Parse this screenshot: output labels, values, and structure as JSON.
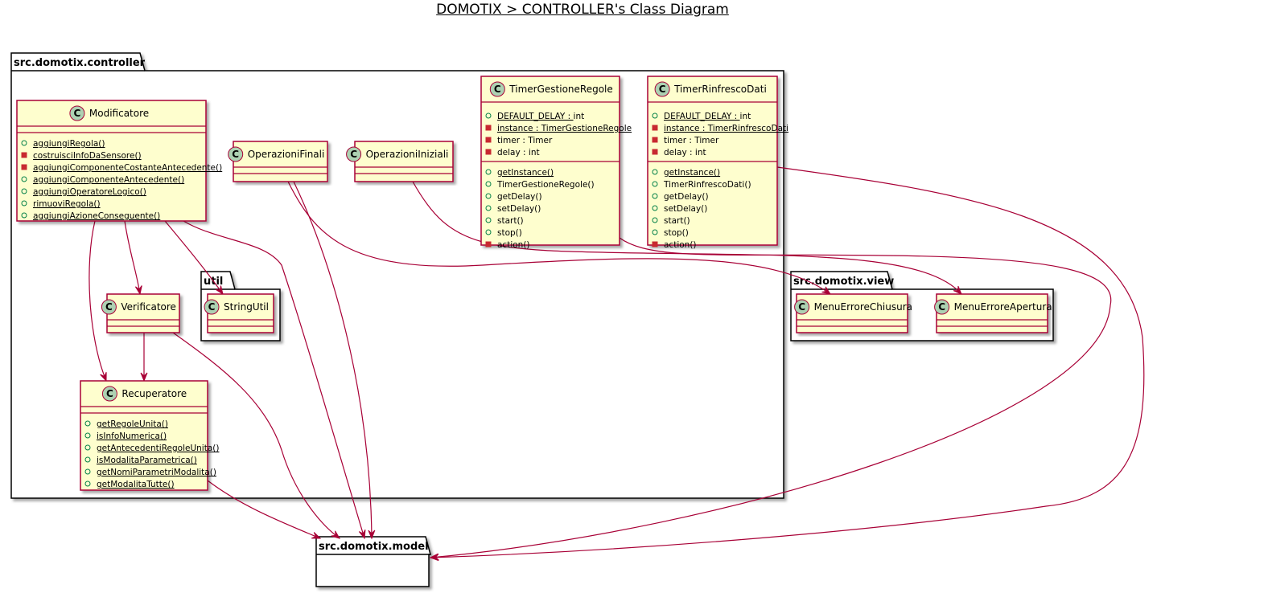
{
  "title": "DOMOTIX > CONTROLLER's Class Diagram",
  "colors": {
    "class_fill": "#FEFECE",
    "class_border": "#A80036",
    "circle_fill": "#ADD1B2",
    "arrow": "#A80036",
    "package_border": "#000000"
  },
  "packages": [
    {
      "id": "pkg-controller",
      "name": "src.domotix.controller"
    },
    {
      "id": "pkg-util",
      "name": "util"
    },
    {
      "id": "pkg-view",
      "name": "src.domotix.view"
    },
    {
      "id": "pkg-model",
      "name": "src.domotix.model"
    }
  ],
  "classes": [
    {
      "id": "Modificatore",
      "name": "Modificatore",
      "stereotype_icon": "C",
      "fields": [],
      "methods": [
        {
          "vis": "public",
          "text": "aggiungiRegola()",
          "static": true
        },
        {
          "vis": "private",
          "text": "costruisciInfoDaSensore()",
          "static": true
        },
        {
          "vis": "private",
          "text": "aggiungiComponenteCostanteAntecedente()",
          "static": true
        },
        {
          "vis": "public",
          "text": "aggiungiComponenteAntecedente()",
          "static": true
        },
        {
          "vis": "public",
          "text": "aggiungiOperatoreLogico()",
          "static": true
        },
        {
          "vis": "public",
          "text": "rimuoviRegola()",
          "static": true
        },
        {
          "vis": "public",
          "text": "aggiungiAzioneConseguente()",
          "static": true
        }
      ]
    },
    {
      "id": "OperazioniFinali",
      "name": "OperazioniFinali",
      "stereotype_icon": "C",
      "fields": [],
      "methods": []
    },
    {
      "id": "OperazioniIniziali",
      "name": "OperazioniIniziali",
      "stereotype_icon": "C",
      "fields": [],
      "methods": []
    },
    {
      "id": "TimerGestioneRegole",
      "name": "TimerGestioneRegole",
      "stereotype_icon": "C",
      "fields": [
        {
          "vis": "public",
          "text": "DEFAULT_DELAY : int",
          "static": true,
          "static_part": "DEFAULT_DELAY : ",
          "rest": "int"
        },
        {
          "vis": "private",
          "text": "instance : TimerGestioneRegole",
          "static": true,
          "static_part": "instance : TimerGestioneRegole",
          "rest": ""
        },
        {
          "vis": "private",
          "text": "timer : Timer",
          "static": false
        },
        {
          "vis": "private",
          "text": "delay : int",
          "static": false
        }
      ],
      "methods": [
        {
          "vis": "public",
          "text": "getInstance()",
          "static": true
        },
        {
          "vis": "public",
          "text": "TimerGestioneRegole()",
          "static": false
        },
        {
          "vis": "public",
          "text": "getDelay()",
          "static": false
        },
        {
          "vis": "public",
          "text": "setDelay()",
          "static": false
        },
        {
          "vis": "public",
          "text": "start()",
          "static": false
        },
        {
          "vis": "public",
          "text": "stop()",
          "static": false
        },
        {
          "vis": "private",
          "text": "action()",
          "static": false
        }
      ]
    },
    {
      "id": "TimerRinfrescoDati",
      "name": "TimerRinfrescoDati",
      "stereotype_icon": "C",
      "fields": [
        {
          "vis": "public",
          "text": "DEFAULT_DELAY : int",
          "static": true,
          "static_part": "DEFAULT_DELAY : ",
          "rest": "int"
        },
        {
          "vis": "private",
          "text": "instance : TimerRinfrescoDati",
          "static": true,
          "static_part": "instance : TimerRinfrescoDati",
          "rest": ""
        },
        {
          "vis": "private",
          "text": "timer : Timer",
          "static": false
        },
        {
          "vis": "private",
          "text": "delay : int",
          "static": false
        }
      ],
      "methods": [
        {
          "vis": "public",
          "text": "getInstance()",
          "static": true
        },
        {
          "vis": "public",
          "text": "TimerRinfrescoDati()",
          "static": false
        },
        {
          "vis": "public",
          "text": "getDelay()",
          "static": false
        },
        {
          "vis": "public",
          "text": "setDelay()",
          "static": false
        },
        {
          "vis": "public",
          "text": "start()",
          "static": false
        },
        {
          "vis": "public",
          "text": "stop()",
          "static": false
        },
        {
          "vis": "private",
          "text": "action()",
          "static": false
        }
      ]
    },
    {
      "id": "Verificatore",
      "name": "Verificatore",
      "stereotype_icon": "C",
      "fields": [],
      "methods": []
    },
    {
      "id": "StringUtil",
      "name": "StringUtil",
      "stereotype_icon": "C",
      "fields": [],
      "methods": []
    },
    {
      "id": "Recuperatore",
      "name": "Recuperatore",
      "stereotype_icon": "C",
      "fields": [],
      "methods": [
        {
          "vis": "public",
          "text": "getRegoleUnita()",
          "static": true
        },
        {
          "vis": "public",
          "text": "isInfoNumerica()",
          "static": true
        },
        {
          "vis": "public",
          "text": "getAntecedentiRegoleUnita()",
          "static": true
        },
        {
          "vis": "public",
          "text": "isModalitaParametrica()",
          "static": true
        },
        {
          "vis": "public",
          "text": "getNomiParametriModalita()",
          "static": true
        },
        {
          "vis": "public",
          "text": "getModalitaTutte()",
          "static": true
        }
      ]
    },
    {
      "id": "MenuErroreChiusura",
      "name": "MenuErroreChiusura",
      "stereotype_icon": "C",
      "fields": [],
      "methods": []
    },
    {
      "id": "MenuErroreApertura",
      "name": "MenuErroreApertura",
      "stereotype_icon": "C",
      "fields": [],
      "methods": []
    }
  ],
  "relations": [
    {
      "from": "Modificatore",
      "to": "Verificatore"
    },
    {
      "from": "Modificatore",
      "to": "Recuperatore"
    },
    {
      "from": "Modificatore",
      "to": "StringUtil"
    },
    {
      "from": "Modificatore",
      "to": "src.domotix.model"
    },
    {
      "from": "Verificatore",
      "to": "Recuperatore"
    },
    {
      "from": "Verificatore",
      "to": "src.domotix.model"
    },
    {
      "from": "Recuperatore",
      "to": "src.domotix.model"
    },
    {
      "from": "OperazioniFinali",
      "to": "src.domotix.model"
    },
    {
      "from": "OperazioniFinali",
      "to": "MenuErroreChiusura"
    },
    {
      "from": "OperazioniIniziali",
      "to": "MenuErroreApertura"
    },
    {
      "from": "TimerGestioneRegole",
      "to": "src.domotix.model"
    },
    {
      "from": "TimerRinfrescoDati",
      "to": "src.domotix.model"
    }
  ]
}
